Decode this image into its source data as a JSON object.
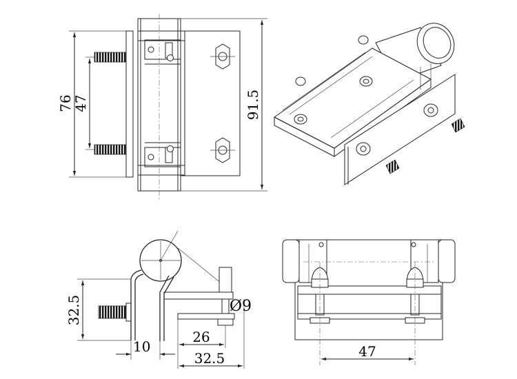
{
  "dimensions": {
    "front_outer_height": "76",
    "front_inner_height": "47",
    "front_total_height": "91.5",
    "side_height": "32.5",
    "side_offset": "10",
    "side_width_inner": "26",
    "side_width_outer": "32.5",
    "hole_diameter": "Ø9",
    "bottom_width": "47"
  }
}
